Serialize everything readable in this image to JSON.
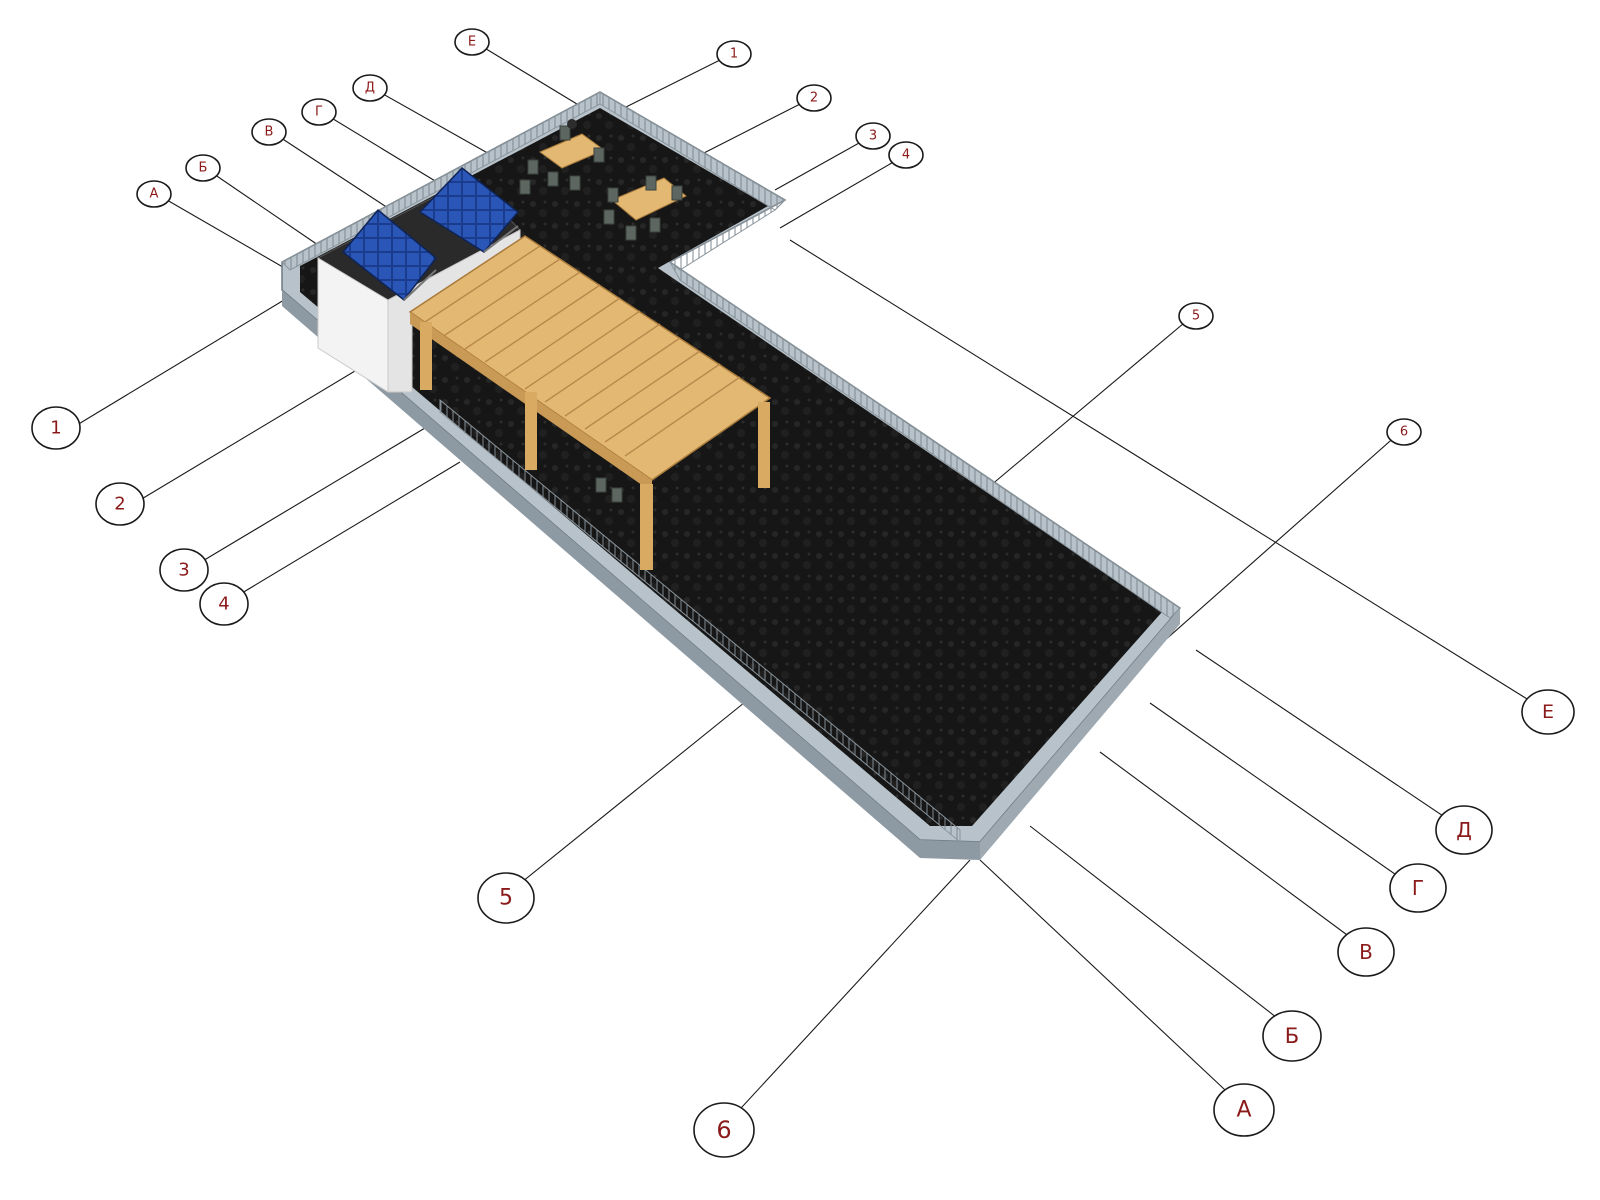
{
  "callouts": {
    "top_row": [
      "Е",
      "1",
      "Д",
      "2",
      "Г",
      "3",
      "В",
      "4",
      "Б",
      "А",
      "5",
      "6"
    ],
    "left_axis": [
      "1",
      "2",
      "3",
      "4",
      "5",
      "6"
    ],
    "right_axis": [
      "Е",
      "Д",
      "Г",
      "В",
      "Б",
      "А"
    ]
  },
  "colors": {
    "floor": "#151515",
    "parapet": "#b9c4cc",
    "railing": "#8a949b",
    "pergola": "#dcb06a",
    "pergola_shade": "#b8894a",
    "solar": "#1d3f8f",
    "structure": "#f2f2f2",
    "label": "#8b1a1a"
  }
}
